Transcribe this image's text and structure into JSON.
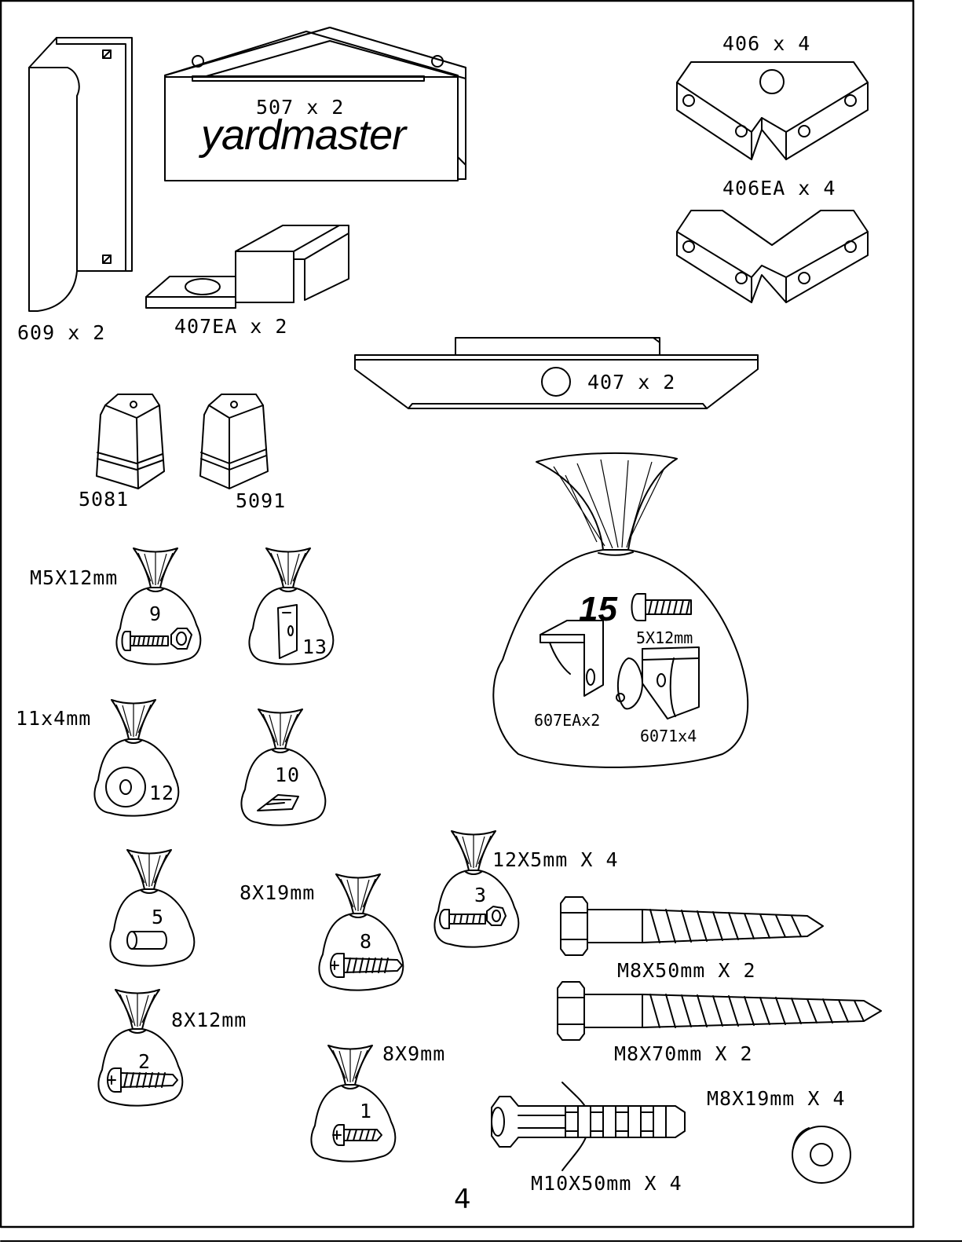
{
  "brand": "yardmaster",
  "page_number": "4",
  "parts": {
    "p609": "609 x 2",
    "p507": "507 x 2",
    "p406": "406 x 4",
    "p406ea": "406EA x 4",
    "p407ea": "407EA x 2",
    "p407": "407 x 2",
    "p5081": "5081",
    "p5091": "5091"
  },
  "bags": {
    "b9": {
      "size": "M5X12mm",
      "num": "9"
    },
    "b13": {
      "num": "13"
    },
    "b12": {
      "size": "11x4mm",
      "num": "12"
    },
    "b10": {
      "num": "10"
    },
    "b5": {
      "num": "5"
    },
    "b8": {
      "size": "8X19mm",
      "num": "8"
    },
    "b3": {
      "size": "12X5mm X 4",
      "num": "3"
    },
    "b2": {
      "size": "8X12mm",
      "num": "2"
    },
    "b1": {
      "size": "8X9mm",
      "num": "1"
    },
    "b15": {
      "num": "15",
      "screw": "5X12mm",
      "part_a": "607EAx2",
      "part_b": "6071x4"
    }
  },
  "hardware": {
    "bolt1": "M8X50mm X 2",
    "bolt2": "M8X70mm X 2",
    "plug": "M10X50mm X 4",
    "washer": "M8X19mm X 4"
  }
}
